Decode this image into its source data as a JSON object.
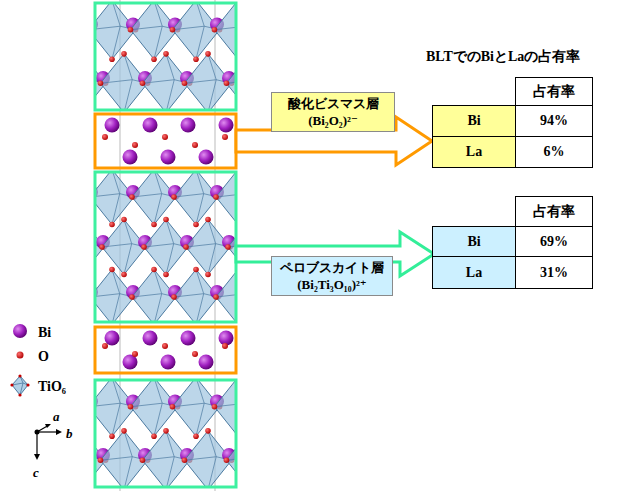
{
  "diagram": {
    "title": "BLTでのBiとLaの占有率",
    "nodes": [
      {
        "text": [
          "酸化ビスマス層",
          "(Bi₂O₂)²⁻"
        ]
      },
      {
        "text": [
          "ペロブスカイト層",
          "(Bi₂Ti₃O₁₀)²⁺"
        ]
      }
    ],
    "labels": [
      "占有率",
      "Bi",
      "94%",
      "La",
      "6%",
      "占有率",
      "Bi",
      "69%",
      "La",
      "31%",
      "a",
      "b",
      "c"
    ],
    "legend": [
      {
        "text": "Bi"
      },
      {
        "text": "O"
      },
      {
        "text": "TiO₆"
      }
    ]
  }
}
